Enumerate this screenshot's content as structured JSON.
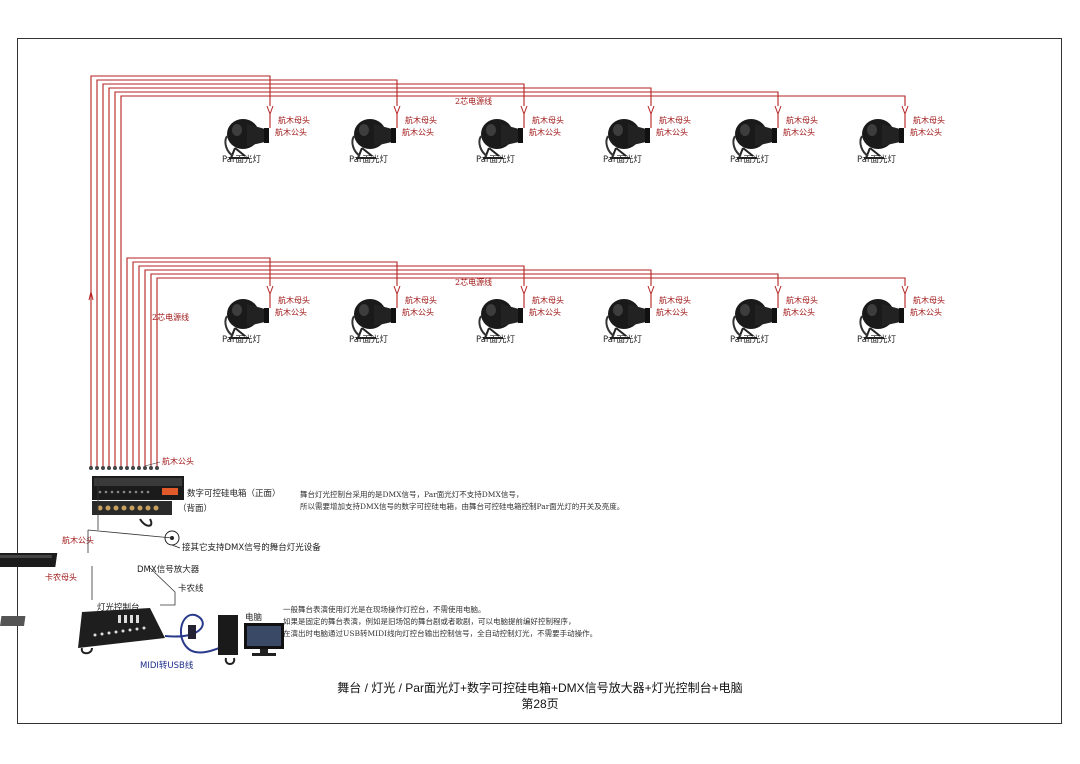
{
  "colors": {
    "wire": "#b52020",
    "label_red": "#a01818",
    "frame": "#333333"
  },
  "wiring": {
    "trunk_label": "2芯电源线",
    "left_trunk_label": "2芯电源线",
    "bottom_male_label": "航木公头",
    "female_label": "航木母头",
    "male_label": "航木公头"
  },
  "rows": [
    {
      "lights": [
        {
          "label": "Par面光灯"
        },
        {
          "label": "Par面光灯"
        },
        {
          "label": "Par面光灯"
        },
        {
          "label": "Par面光灯"
        },
        {
          "label": "Par面光灯"
        },
        {
          "label": "Par面光灯"
        }
      ]
    },
    {
      "lights": [
        {
          "label": "Par面光灯"
        },
        {
          "label": "Par面光灯"
        },
        {
          "label": "Par面光灯"
        },
        {
          "label": "Par面光灯"
        },
        {
          "label": "Par面光灯"
        },
        {
          "label": "Par面光灯"
        }
      ]
    }
  ],
  "devices": {
    "dimmer_front": "数字可控硅电箱（正面）",
    "dimmer_back": "（背面）",
    "dmx_other": "接其它支持DMX信号的舞台灯光设备",
    "dmx_male_label": "航木公头",
    "amplifier": "DMX信号放大器",
    "amp_female_label": "卡农母头",
    "cable_label": "卡农线",
    "console": "灯光控制台",
    "usb_cable": "MIDI转USB线",
    "computer": "电脑"
  },
  "notes": {
    "top": [
      "舞台灯光控制台采用的是DMX信号，Par面光灯不支持DMX信号，",
      "所以需要增加支持DMX信号的数字可控硅电箱，由舞台可控硅电箱控制Par面光灯的开关及亮度。"
    ],
    "bottom": [
      "一般舞台表演使用灯光是在现场操作灯控台，不需使用电脑。",
      "如果是固定的舞台表演，例如是旧场馆的舞台剧或者歌剧，可以电脑提前编好控制程序，",
      "在演出时电脑通过USB转MIDI线向灯控台输出控制信号，全自动控制灯光，不需要手动操作。"
    ]
  },
  "caption": {
    "title": "舞台 / 灯光 / Par面光灯+数字可控硅电箱+DMX信号放大器+灯光控制台+电脑",
    "page": "第28页"
  }
}
